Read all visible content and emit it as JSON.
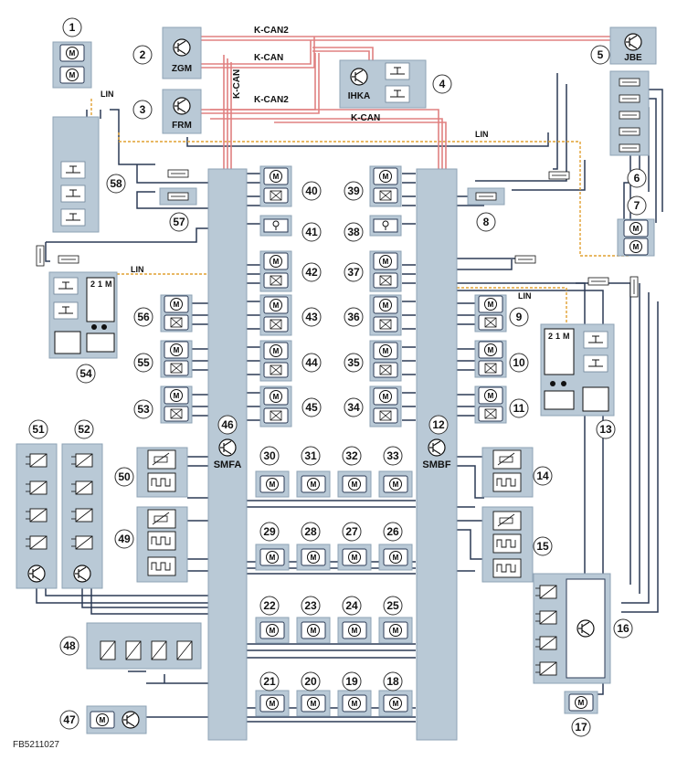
{
  "diagram": {
    "figure_code": "FB5211027",
    "bus_labels": {
      "kcan2_top": "K-CAN2",
      "kcan_a": "K-CAN",
      "kcan_vertical": "K-CAN",
      "kcan2_b": "K-CAN2",
      "kcan_b": "K-CAN",
      "lin_a": "LIN",
      "lin_b": "LIN",
      "lin_c": "LIN",
      "lin_d": "LIN"
    },
    "modules": {
      "zgm": "ZGM",
      "frm": "FRM",
      "ihka": "IHKA",
      "jbe": "JBE",
      "smfa": "SMFA",
      "smbf": "SMBF"
    },
    "control_panel_labels": [
      "2",
      "1",
      "M"
    ],
    "components": [
      "1",
      "2",
      "3",
      "4",
      "5",
      "6",
      "7",
      "8",
      "9",
      "10",
      "11",
      "12",
      "13",
      "14",
      "15",
      "16",
      "17",
      "18",
      "19",
      "20",
      "21",
      "22",
      "23",
      "24",
      "25",
      "26",
      "27",
      "28",
      "29",
      "30",
      "31",
      "32",
      "33",
      "34",
      "35",
      "36",
      "37",
      "38",
      "39",
      "40",
      "41",
      "42",
      "43",
      "44",
      "45",
      "46",
      "47",
      "48",
      "49",
      "50",
      "51",
      "52",
      "53",
      "54",
      "55",
      "56",
      "57",
      "58"
    ],
    "colors": {
      "panel_fill": "#b9c9d6",
      "panel_stroke": "#8ea3b5",
      "wire": "#2b3a55",
      "can_bus": "#e08080",
      "lin_bus": "#e0a030",
      "number_badge": "#ffffff"
    }
  }
}
